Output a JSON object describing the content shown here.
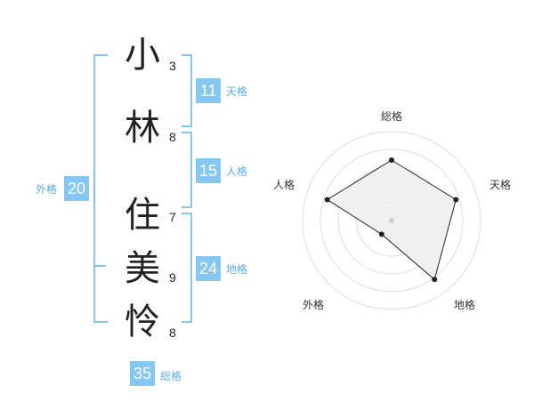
{
  "name": {
    "chars": [
      {
        "char": "小",
        "strokes": "3"
      },
      {
        "char": "林",
        "strokes": "8"
      },
      {
        "char": "住",
        "strokes": "7"
      },
      {
        "char": "美",
        "strokes": "9"
      },
      {
        "char": "怜",
        "strokes": "8"
      }
    ]
  },
  "scores": {
    "tenkaku": {
      "value": "11",
      "label": "天格"
    },
    "jinkaku": {
      "value": "15",
      "label": "人格"
    },
    "chikaku": {
      "value": "24",
      "label": "地格"
    },
    "gaikaku": {
      "value": "20",
      "label": "外格"
    },
    "soukaku": {
      "value": "35",
      "label": "総格"
    }
  },
  "radar": {
    "labels": [
      "総格",
      "天格",
      "地格",
      "外格",
      "人格"
    ],
    "values": [
      0.68,
      0.76,
      0.82,
      0.19,
      0.76
    ],
    "rings": 5,
    "fill_color": "#eeeeee",
    "line_color": "#222222",
    "grid_color": "#dddddd"
  },
  "colors": {
    "accent": "#86c7f1",
    "accent_text": "#5eaee6"
  }
}
